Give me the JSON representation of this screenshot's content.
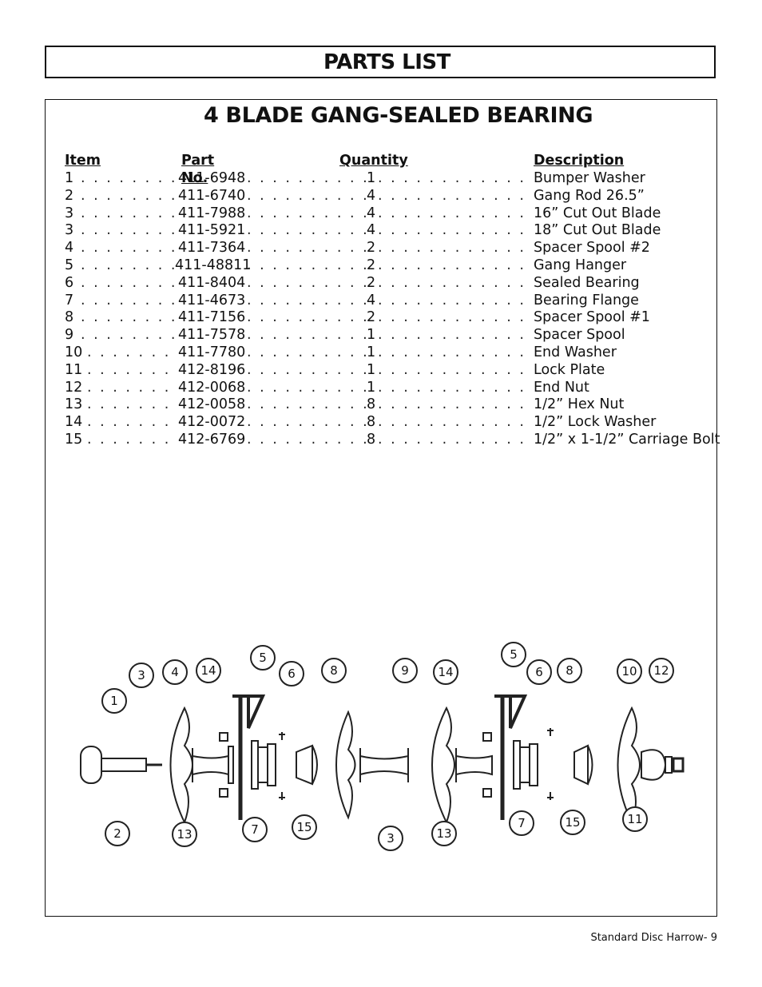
{
  "page_title": "PARTS LIST",
  "section_title": "4 BLADE GANG-SEALED BEARING",
  "table": {
    "headers": {
      "item": "Item",
      "part_no": "Part No.",
      "quantity": "Quantity",
      "description": "Description"
    },
    "rows": [
      {
        "item": "1",
        "part_no": "411-6948",
        "quantity": "1",
        "description": "Bumper Washer"
      },
      {
        "item": "2",
        "part_no": "411-6740",
        "quantity": "4",
        "description": "Gang Rod 26.5”"
      },
      {
        "item": "3",
        "part_no": "411-7988",
        "quantity": "4",
        "description": "16” Cut Out Blade"
      },
      {
        "item": "3",
        "part_no": "411-5921",
        "quantity": "4",
        "description": "18” Cut Out Blade"
      },
      {
        "item": "4",
        "part_no": "411-7364",
        "quantity": "2",
        "description": "Spacer Spool #2"
      },
      {
        "item": "5",
        "part_no": "411-48811",
        "quantity": "2",
        "description": "Gang Hanger"
      },
      {
        "item": "6",
        "part_no": "411-8404",
        "quantity": "2",
        "description": "Sealed Bearing"
      },
      {
        "item": "7",
        "part_no": "411-4673",
        "quantity": "4",
        "description": "Bearing Flange"
      },
      {
        "item": "8",
        "part_no": "411-7156",
        "quantity": "2",
        "description": "Spacer Spool #1"
      },
      {
        "item": "9",
        "part_no": "411-7578",
        "quantity": "1",
        "description": "Spacer Spool"
      },
      {
        "item": "10",
        "part_no": "411-7780",
        "quantity": "1",
        "description": "End Washer"
      },
      {
        "item": "11",
        "part_no": "412-8196",
        "quantity": "1",
        "description": "Lock Plate"
      },
      {
        "item": "12",
        "part_no": "412-0068",
        "quantity": "1",
        "description": "End Nut"
      },
      {
        "item": "13",
        "part_no": "412-0058",
        "quantity": "8",
        "description": "1/2” Hex Nut"
      },
      {
        "item": "14",
        "part_no": "412-0072",
        "quantity": "8",
        "description": "1/2” Lock Washer"
      },
      {
        "item": "15",
        "part_no": "412-6769",
        "quantity": "8",
        "description": "1/2” x 1-1/2” Carriage Bolt"
      }
    ]
  },
  "diagram_callouts": [
    "1",
    "2",
    "3",
    "4",
    "14",
    "13",
    "5",
    "6",
    "7",
    "15",
    "8",
    "9",
    "3",
    "14",
    "13",
    "5",
    "6",
    "7",
    "15",
    "8",
    "10",
    "12",
    "11"
  ],
  "footer": "Standard Disc Harrow- 9"
}
